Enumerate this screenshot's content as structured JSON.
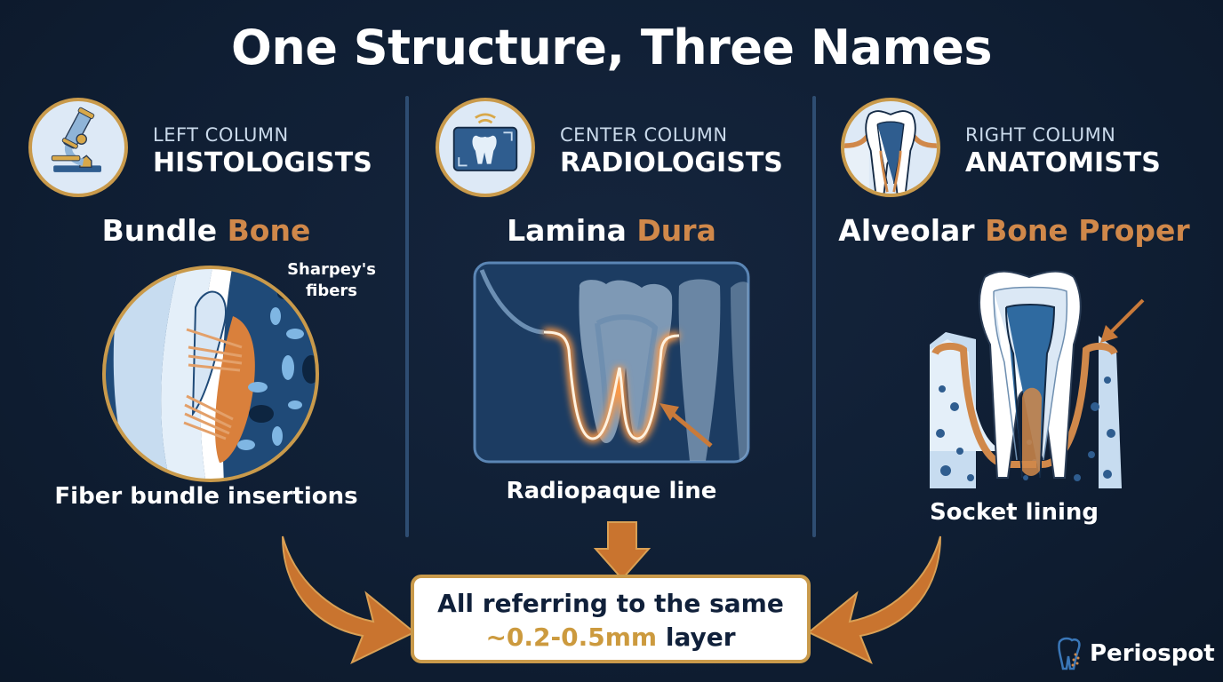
{
  "title": "One Structure, Three Names",
  "columns": [
    {
      "position_label": "LEFT COLUMN",
      "role": "HISTOLOGISTS",
      "icon": "microscope-icon",
      "term_part1": "Bundle",
      "term_part2": "Bone",
      "annotation": "Sharpey's fibers",
      "annotation_line1": "Sharpey's",
      "annotation_line2": "fibers",
      "caption": "Fiber bundle insertions"
    },
    {
      "position_label": "CENTER COLUMN",
      "role": "RADIOLOGISTS",
      "icon": "xray-tooth-icon",
      "term_part1": "Lamina",
      "term_part2": "Dura",
      "caption": "Radiopaque line"
    },
    {
      "position_label": "RIGHT COLUMN",
      "role": "ANATOMISTS",
      "icon": "tooth-cross-section-icon",
      "term_part1": "Alveolar",
      "term_part2": "Bone Proper",
      "caption": "Socket lining"
    }
  ],
  "conclusion": {
    "line1": "All referring to the same",
    "highlight": "~0.2-0.5mm",
    "line2_rest": " layer"
  },
  "brand": {
    "name": "Periospot"
  },
  "colors": {
    "background": "#0f1e33",
    "accent_orange": "#d0884a",
    "gold": "#c99a4b",
    "divider": "#2e4d72",
    "highlight_gold": "#cc9a3e"
  }
}
